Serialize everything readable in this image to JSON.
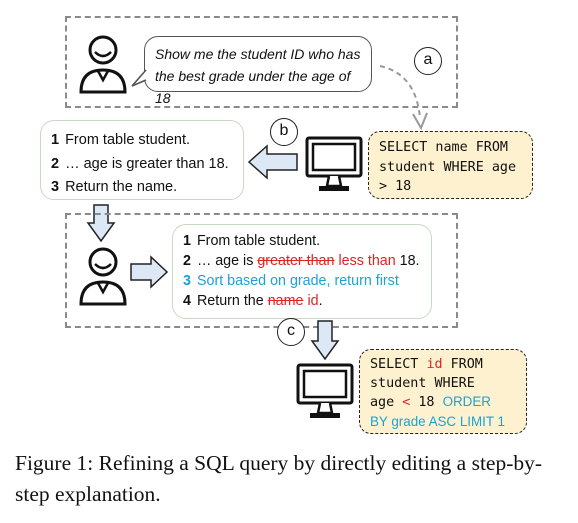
{
  "top_panel": {
    "question": "Show me the student ID who has the best grade under the age of 18",
    "label_a": "a"
  },
  "middle_row": {
    "label_b": "b",
    "steps": [
      {
        "num": "1",
        "text": "From table student."
      },
      {
        "num": "2",
        "text": "… age is greater than 18."
      },
      {
        "num": "3",
        "text": "Return the name."
      }
    ],
    "sql": "SELECT name FROM student WHERE age > 18"
  },
  "edit_panel": {
    "steps": [
      {
        "num": "1",
        "text": "From table student."
      },
      {
        "num": "2",
        "prefix": "… age is ",
        "removed": "greater than",
        "added": "less than",
        "suffix": " 18."
      },
      {
        "num": "3",
        "text": "Sort based on grade, return first"
      },
      {
        "num": "4",
        "prefix": "Return the ",
        "removed": "name",
        "added": "id",
        "suffix": "."
      }
    ]
  },
  "bottom_row": {
    "label_c": "c",
    "sql_parts": {
      "p1": "SELECT ",
      "p2": "id",
      "p3": " FROM",
      "p4": "student WHERE",
      "p5": "age ",
      "p6": "<",
      "p7": " 18 ",
      "p8": "ORDER",
      "p9": "BY grade ASC LIMIT 1"
    }
  },
  "caption": "Figure 1: Refining a SQL query by directly editing a step-by-step explanation.",
  "colors": {
    "removed": "#e02424",
    "added_blue": "#1aa3d6",
    "sql_bg": "#fdf1cf",
    "arrow_fill": "#dce8f6"
  }
}
